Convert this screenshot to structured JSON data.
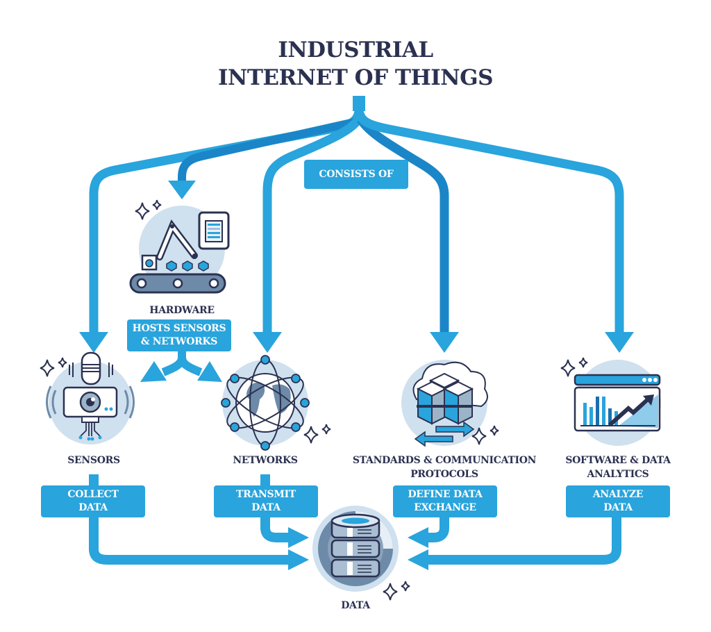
{
  "title": {
    "line1": "INDUSTRIAL",
    "line2": "INTERNET OF THINGS"
  },
  "connector_label": "CONSISTS OF",
  "colors": {
    "arrow_blue": "#29a4dc",
    "arrow_dark_blue": "#1a86c8",
    "text_navy": "#2b3150",
    "circle_light": "#cfe0ef",
    "icon_slate": "#6d8aa8"
  },
  "components": [
    {
      "id": "hardware",
      "name": "HARDWARE",
      "role": "HOSTS SENSORS & NETWORKS",
      "icon": "robot-arm-conveyor-icon"
    },
    {
      "id": "sensors",
      "name": "SENSORS",
      "role": "COLLECT DATA",
      "icon": "sensor-camera-icon"
    },
    {
      "id": "networks",
      "name": "NETWORKS",
      "role": "TRANSMIT DATA",
      "icon": "globe-network-icon"
    },
    {
      "id": "standards",
      "name": "STANDARDS & COMMUNICATION PROTOCOLS",
      "role": "DEFINE DATA EXCHANGE",
      "icon": "cubes-cloud-exchange-icon"
    },
    {
      "id": "software",
      "name": "SOFTWARE & DATA ANALYTICS",
      "role": "ANALYZE DATA",
      "icon": "analytics-chart-icon"
    }
  ],
  "labels": {
    "hardware": "HARDWARE",
    "hardware_role_1": "HOSTS SENSORS",
    "hardware_role_2": "& NETWORKS",
    "sensors": "SENSORS",
    "sensors_role_1": "COLLECT",
    "sensors_role_2": "DATA",
    "networks": "NETWORKS",
    "networks_role_1": "TRANSMIT",
    "networks_role_2": "DATA",
    "standards_1": "STANDARDS & COMMUNICATION",
    "standards_2": "PROTOCOLS",
    "standards_role_1": "DEFINE DATA",
    "standards_role_2": "EXCHANGE",
    "software_1": "SOFTWARE & DATA",
    "software_2": "ANALYTICS",
    "software_role_1": "ANALYZE",
    "software_role_2": "DATA",
    "data": "DATA"
  },
  "sink": {
    "name": "DATA",
    "icon": "database-icon"
  }
}
